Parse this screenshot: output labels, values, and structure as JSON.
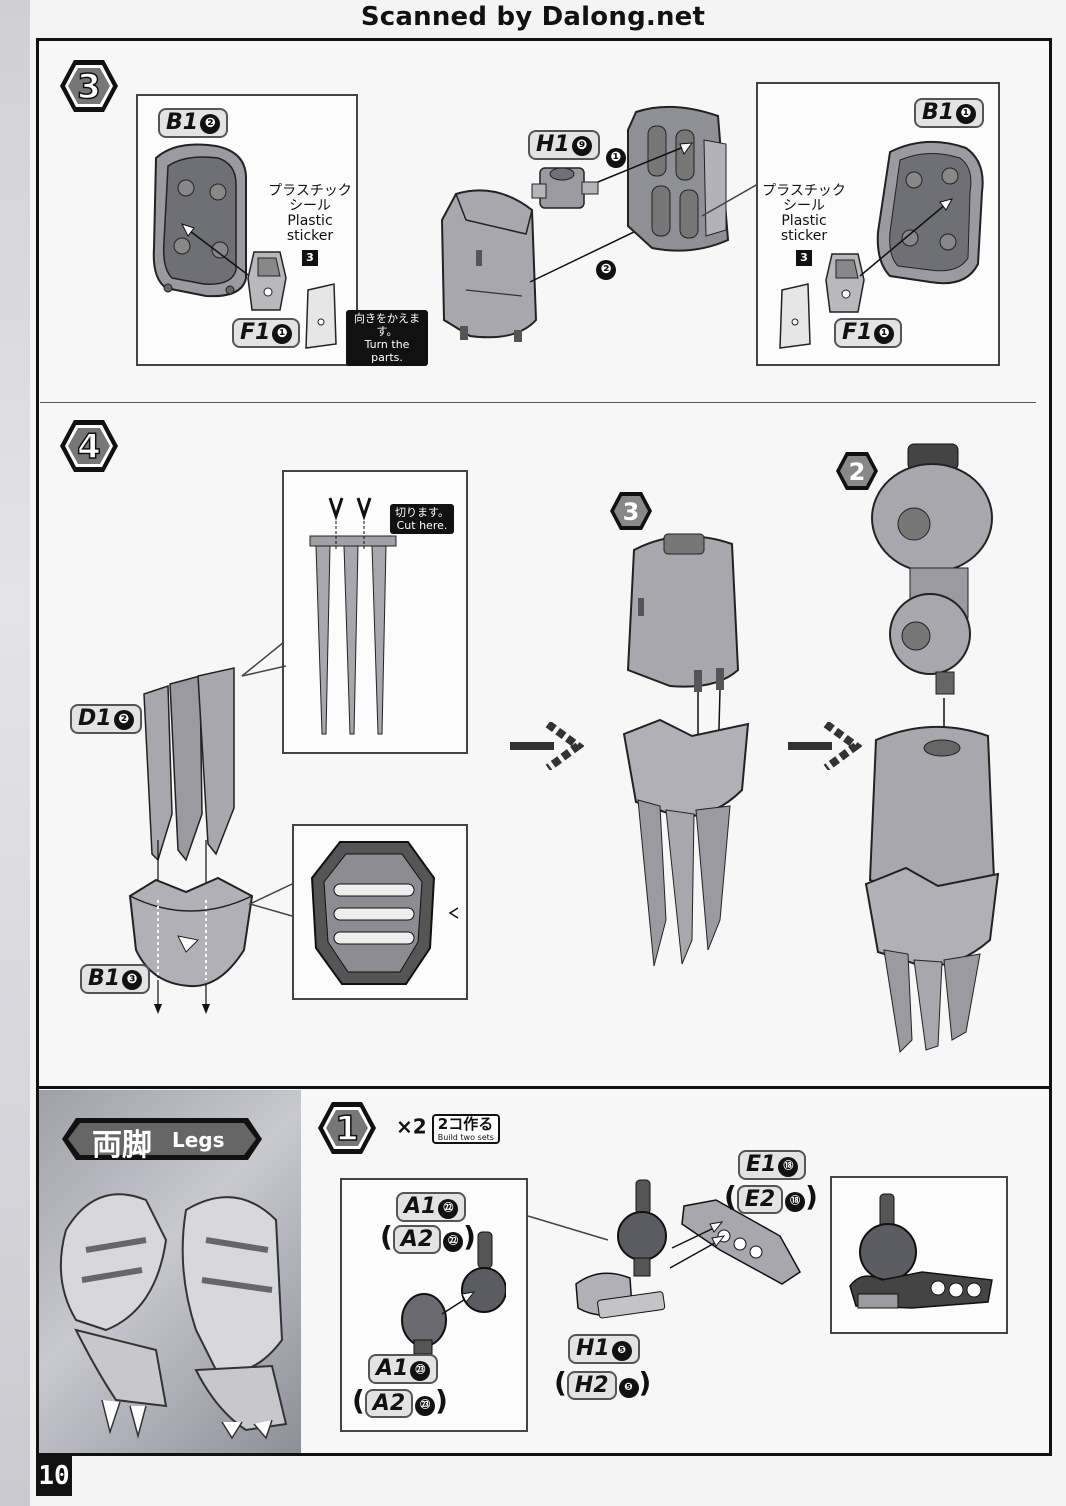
{
  "watermark": "Scanned by Dalong.net",
  "page_number": "10",
  "step3": {
    "step_number": "3",
    "left_panel": {
      "part_top": "B1",
      "part_top_num": "❷",
      "sticker_jp_1": "プラスチック",
      "sticker_jp_2": "シール",
      "sticker_en_1": "Plastic",
      "sticker_en_2": "sticker",
      "sticker_number": "3",
      "part_bottom": "F1",
      "part_bottom_num": "❶",
      "turn_note_jp": "向きをかえます。",
      "turn_note_en": "Turn the parts."
    },
    "center": {
      "part": "H1",
      "part_num": "❾",
      "order_1": "❶",
      "order_2": "❷"
    },
    "right_panel": {
      "part_top": "B1",
      "part_top_num": "❶",
      "sticker_jp_1": "プラスチック",
      "sticker_jp_2": "シール",
      "sticker_en_1": "Plastic",
      "sticker_en_2": "sticker",
      "sticker_number": "3",
      "part_bottom": "F1",
      "part_bottom_num": "❶"
    }
  },
  "step4": {
    "step_number": "4",
    "cut_note_jp": "切ります。",
    "cut_note_en": "Cut here.",
    "part_claws": "D1",
    "part_claws_num": "❷",
    "part_cup": "B1",
    "part_cup_num": "❸",
    "ref_step_a": "3",
    "ref_step_b": "2"
  },
  "legs": {
    "title_jp": "両脚",
    "title_en": "Legs",
    "step_number": "1",
    "multiplier": "×2",
    "build_jp": "2コ作る",
    "build_en": "Build two sets",
    "a_top": "A1",
    "a_top_num": "㉒",
    "a_top_alt": "A2",
    "a_top_alt_num": "㉒",
    "a_bottom": "A1",
    "a_bottom_num": "㉓",
    "a_bottom_alt": "A2",
    "a_bottom_alt_num": "㉓",
    "e_part": "E1",
    "e_part_num": "⑱",
    "e_alt": "E2",
    "e_alt_num": "⑱",
    "h_part": "H1",
    "h_part_num": "❺",
    "h_alt": "H2",
    "h_alt_num": "❺"
  }
}
